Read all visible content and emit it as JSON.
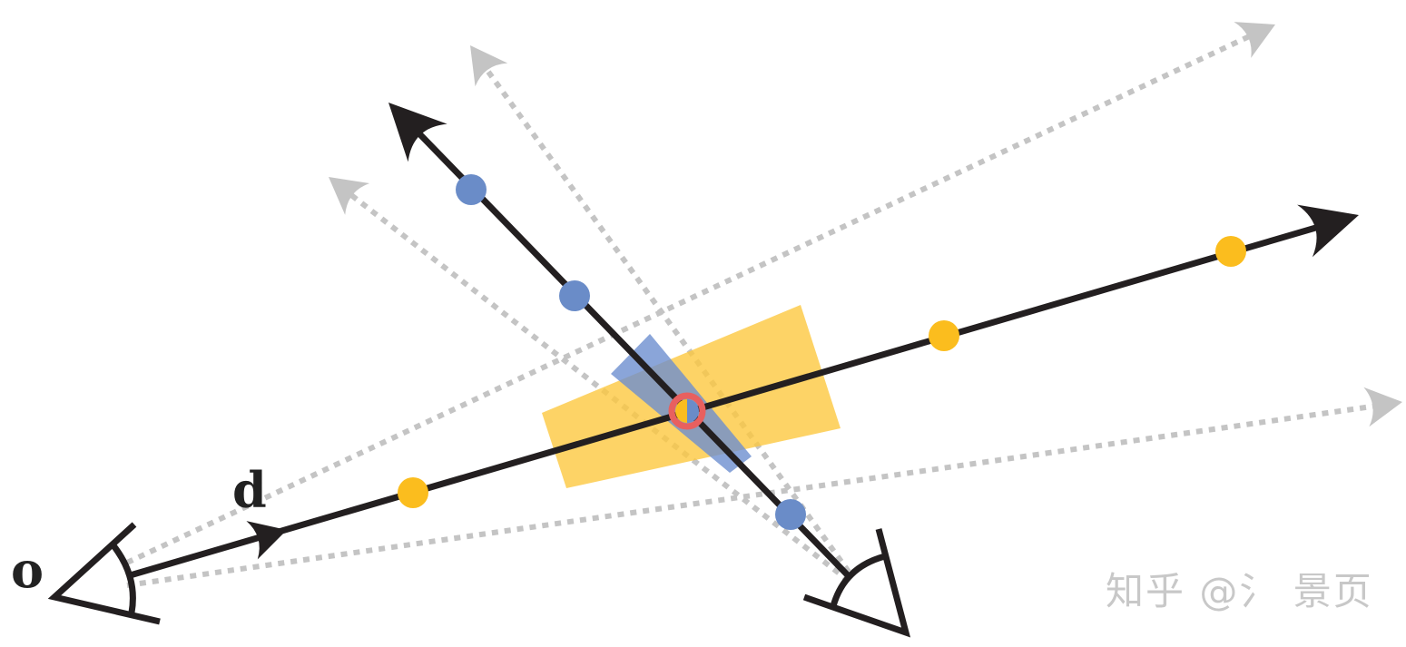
{
  "labels": {
    "origin": "o",
    "direction": "d"
  },
  "watermark": "知乎 @氵 景页",
  "colors": {
    "ray": "#231f20",
    "dotted_ray": "#c4c4c4",
    "blue_sample": "#6a8cc8",
    "yellow_sample": "#fbbd1e",
    "yellow_footprint": "#fcc840",
    "blue_footprint": "#6d8fd0",
    "intersection_ring": "#e8605f"
  }
}
